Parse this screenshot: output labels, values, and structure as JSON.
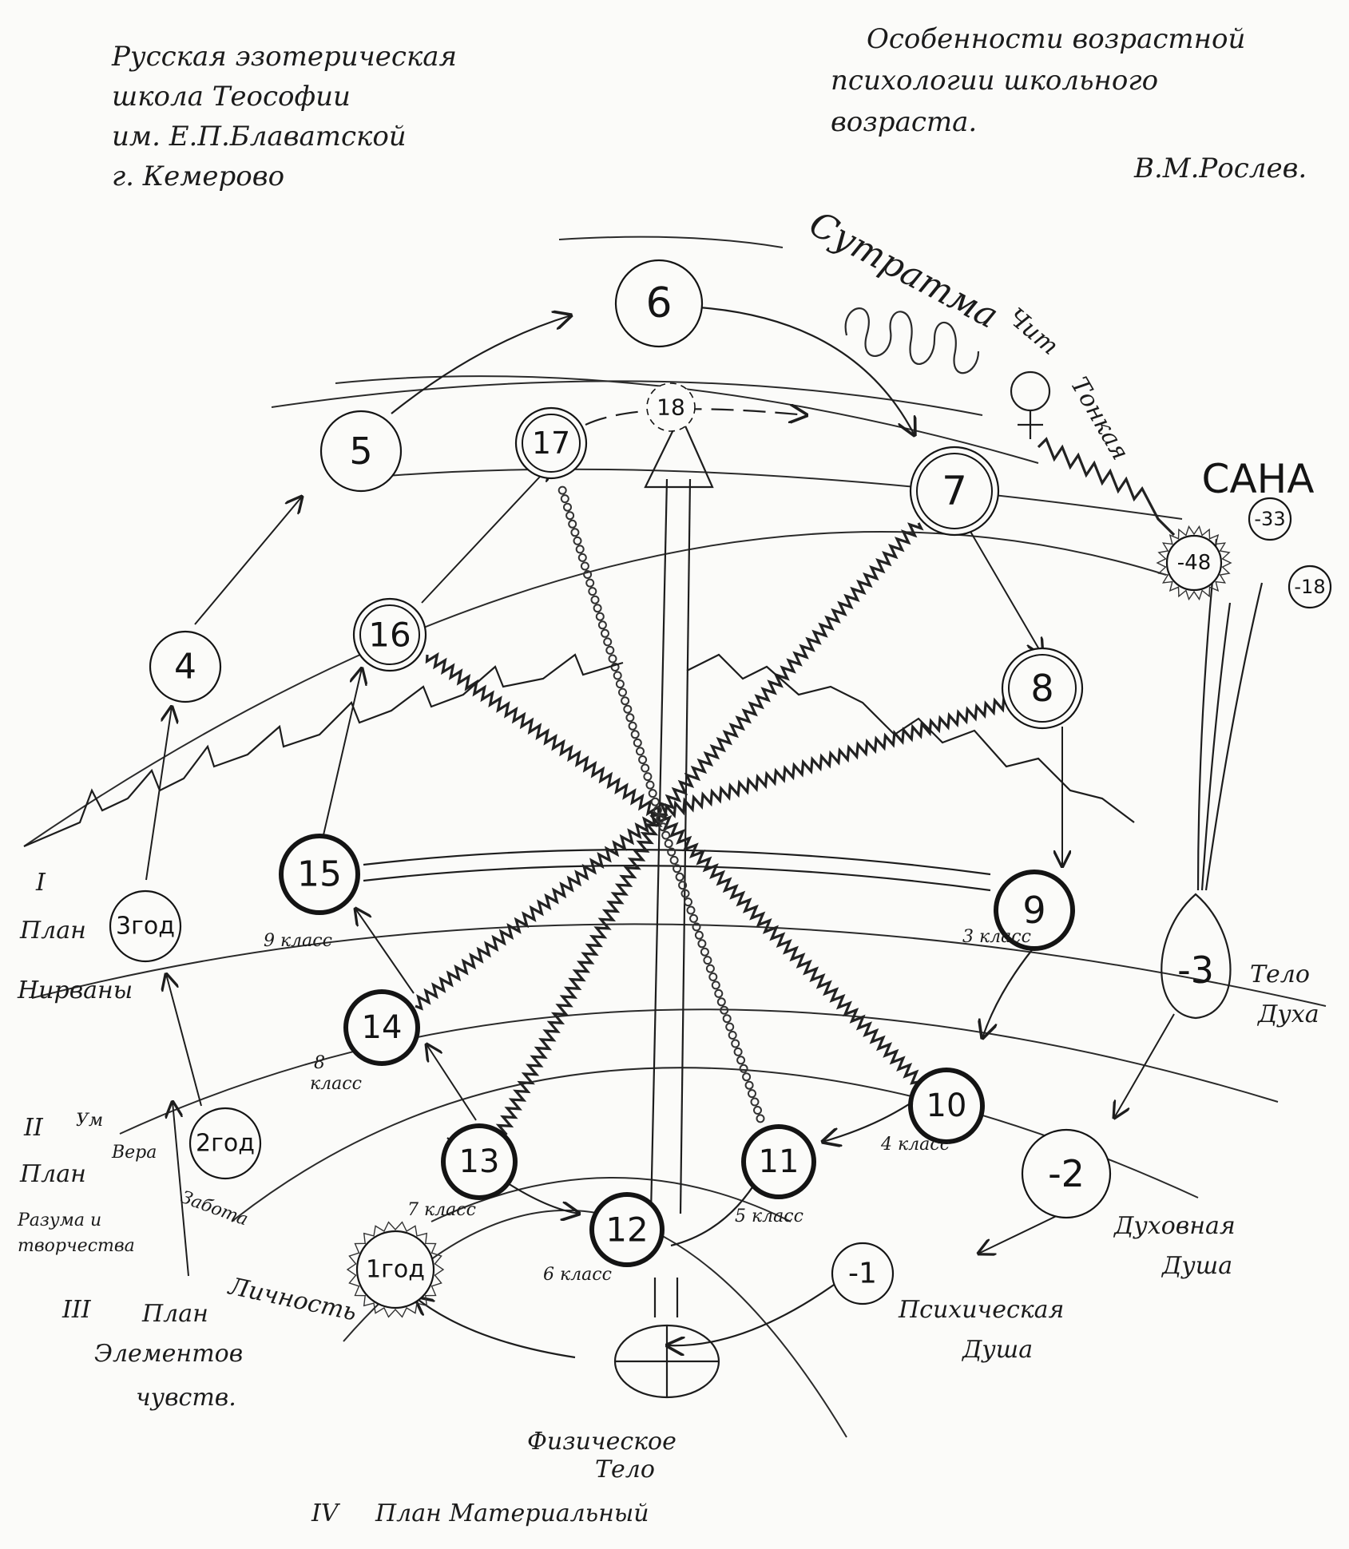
{
  "header_left": [
    "Русская эзотерическая",
    "школа Теософии",
    "им. Е.П.Блаватской",
    "г. Кемерово"
  ],
  "header_right": [
    "Особенности возрастной",
    "психологии школьного",
    "возраста."
  ],
  "author": "В.М.Рослев.",
  "nodes": {
    "n1": "1год",
    "n2": "2год",
    "n3": "3год",
    "n4": "4",
    "n5": "5",
    "n6": "6",
    "n7": "7",
    "n8": "8",
    "n9": "9",
    "n10": "10",
    "n11": "11",
    "n12": "12",
    "n13": "13",
    "n14": "14",
    "n15": "15",
    "n16": "16",
    "n17": "17",
    "n18": "18",
    "m1": "-1",
    "m2": "-2",
    "m3": "-3",
    "m18": "-18",
    "m33": "-33",
    "m48": "-48"
  },
  "class_labels": {
    "c3": "3 класс",
    "c4": "4 класс",
    "c5": "5 класс",
    "c6": "6 класс",
    "c7": "7 класс",
    "c8a": "8",
    "c8b": "класс",
    "c9": "9 класс"
  },
  "labels": {
    "plan1_num": "I",
    "plan1_a": "План",
    "plan1_b": "Нирваны",
    "plan2_num": "II",
    "plan2_a": "План",
    "plan2_b": "Разума и",
    "plan2_c": "творчества",
    "plan2_side1": "Ум",
    "plan2_side2": "Вера",
    "plan2_side3": "Забота",
    "plan3_num": "III",
    "plan3_a": "План",
    "plan3_b": "Элементов",
    "plan3_c": "чувств.",
    "plan4_num": "IV",
    "plan4_a": "План Материальный",
    "phys_a": "Физическое",
    "phys_b": "Тело",
    "lichnost": "Личность",
    "psych_a": "Психическая",
    "psych_b": "Душа",
    "spirit_a": "Духовная",
    "spirit_b": "Душа",
    "telo_a": "Тело",
    "telo_b": "Духа",
    "sutratma": "Сутратма",
    "chit": "Чит",
    "tonkaya": "Тонкая",
    "sana": "САНА"
  }
}
